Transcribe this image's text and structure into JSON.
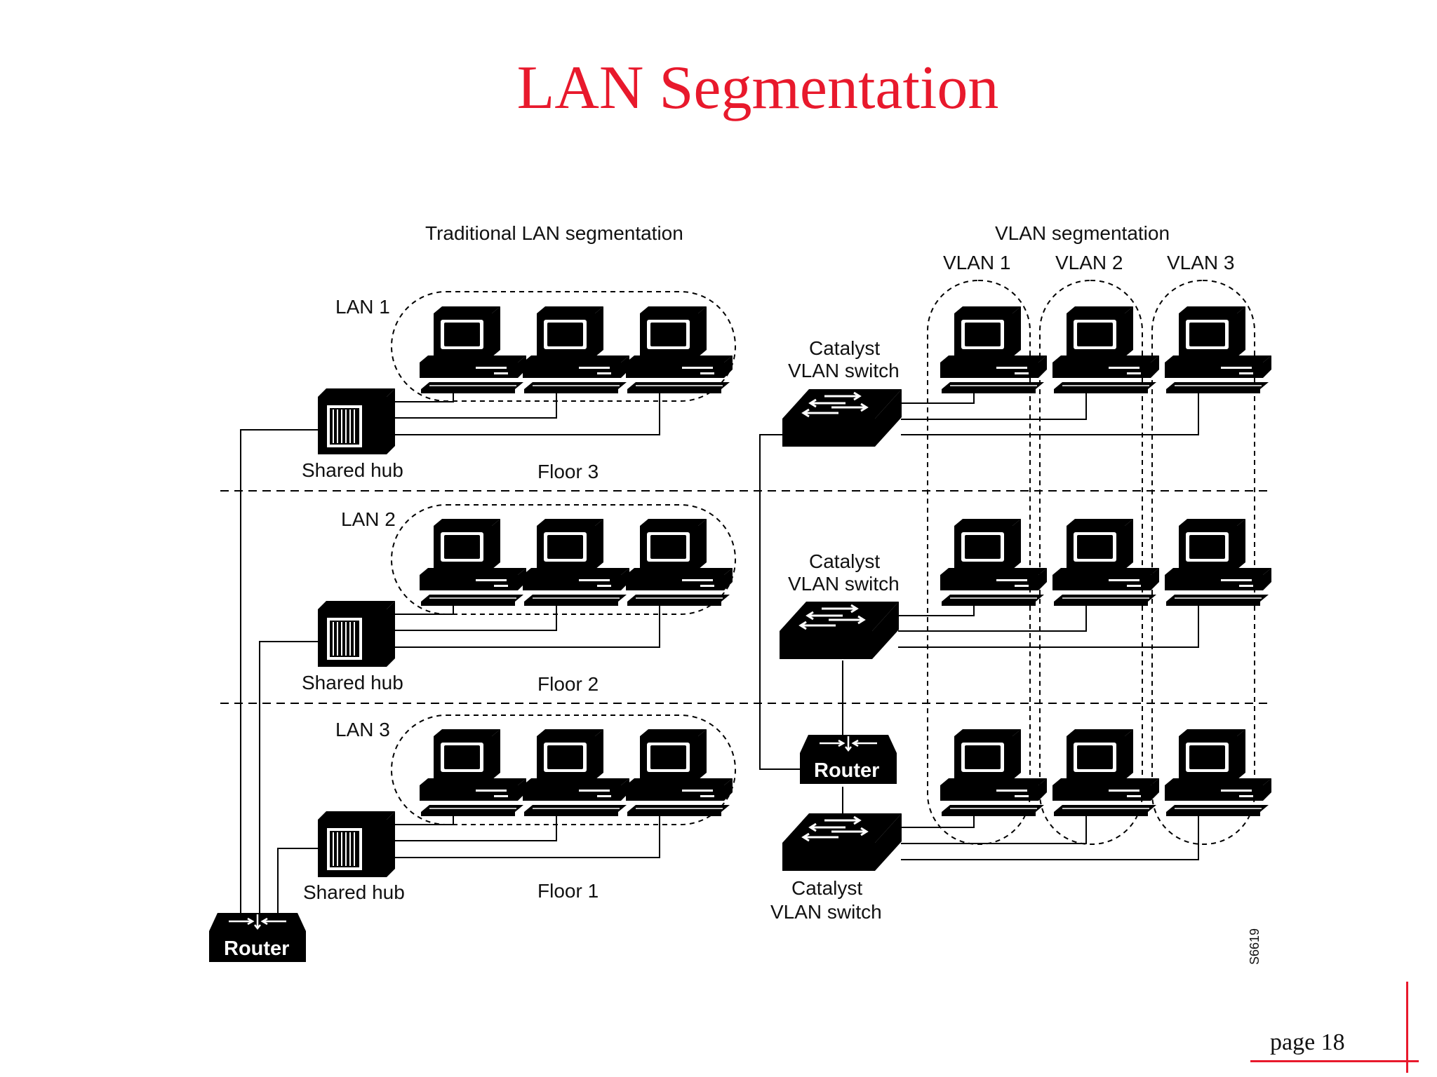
{
  "slide": {
    "title": "LAN Segmentation",
    "page_label": "page 18",
    "accent_color": "#e8192c"
  },
  "diagram": {
    "traditional_heading": "Traditional LAN segmentation",
    "vlan_heading": "VLAN segmentation",
    "vlan_labels": [
      "VLAN 1",
      "VLAN 2",
      "VLAN 3"
    ],
    "lan_labels": [
      "LAN 1",
      "LAN 2",
      "LAN 3"
    ],
    "floor_labels": [
      "Floor 3",
      "Floor 2",
      "Floor 1"
    ],
    "hub_label": "Shared hub",
    "router_label": "Router",
    "switch_label_line1": "Catalyst",
    "switch_label_line2": "VLAN switch",
    "figure_id": "S6619",
    "icons": [
      "computer-icon",
      "shared-hub-icon",
      "catalyst-switch-icon",
      "router-icon"
    ]
  }
}
